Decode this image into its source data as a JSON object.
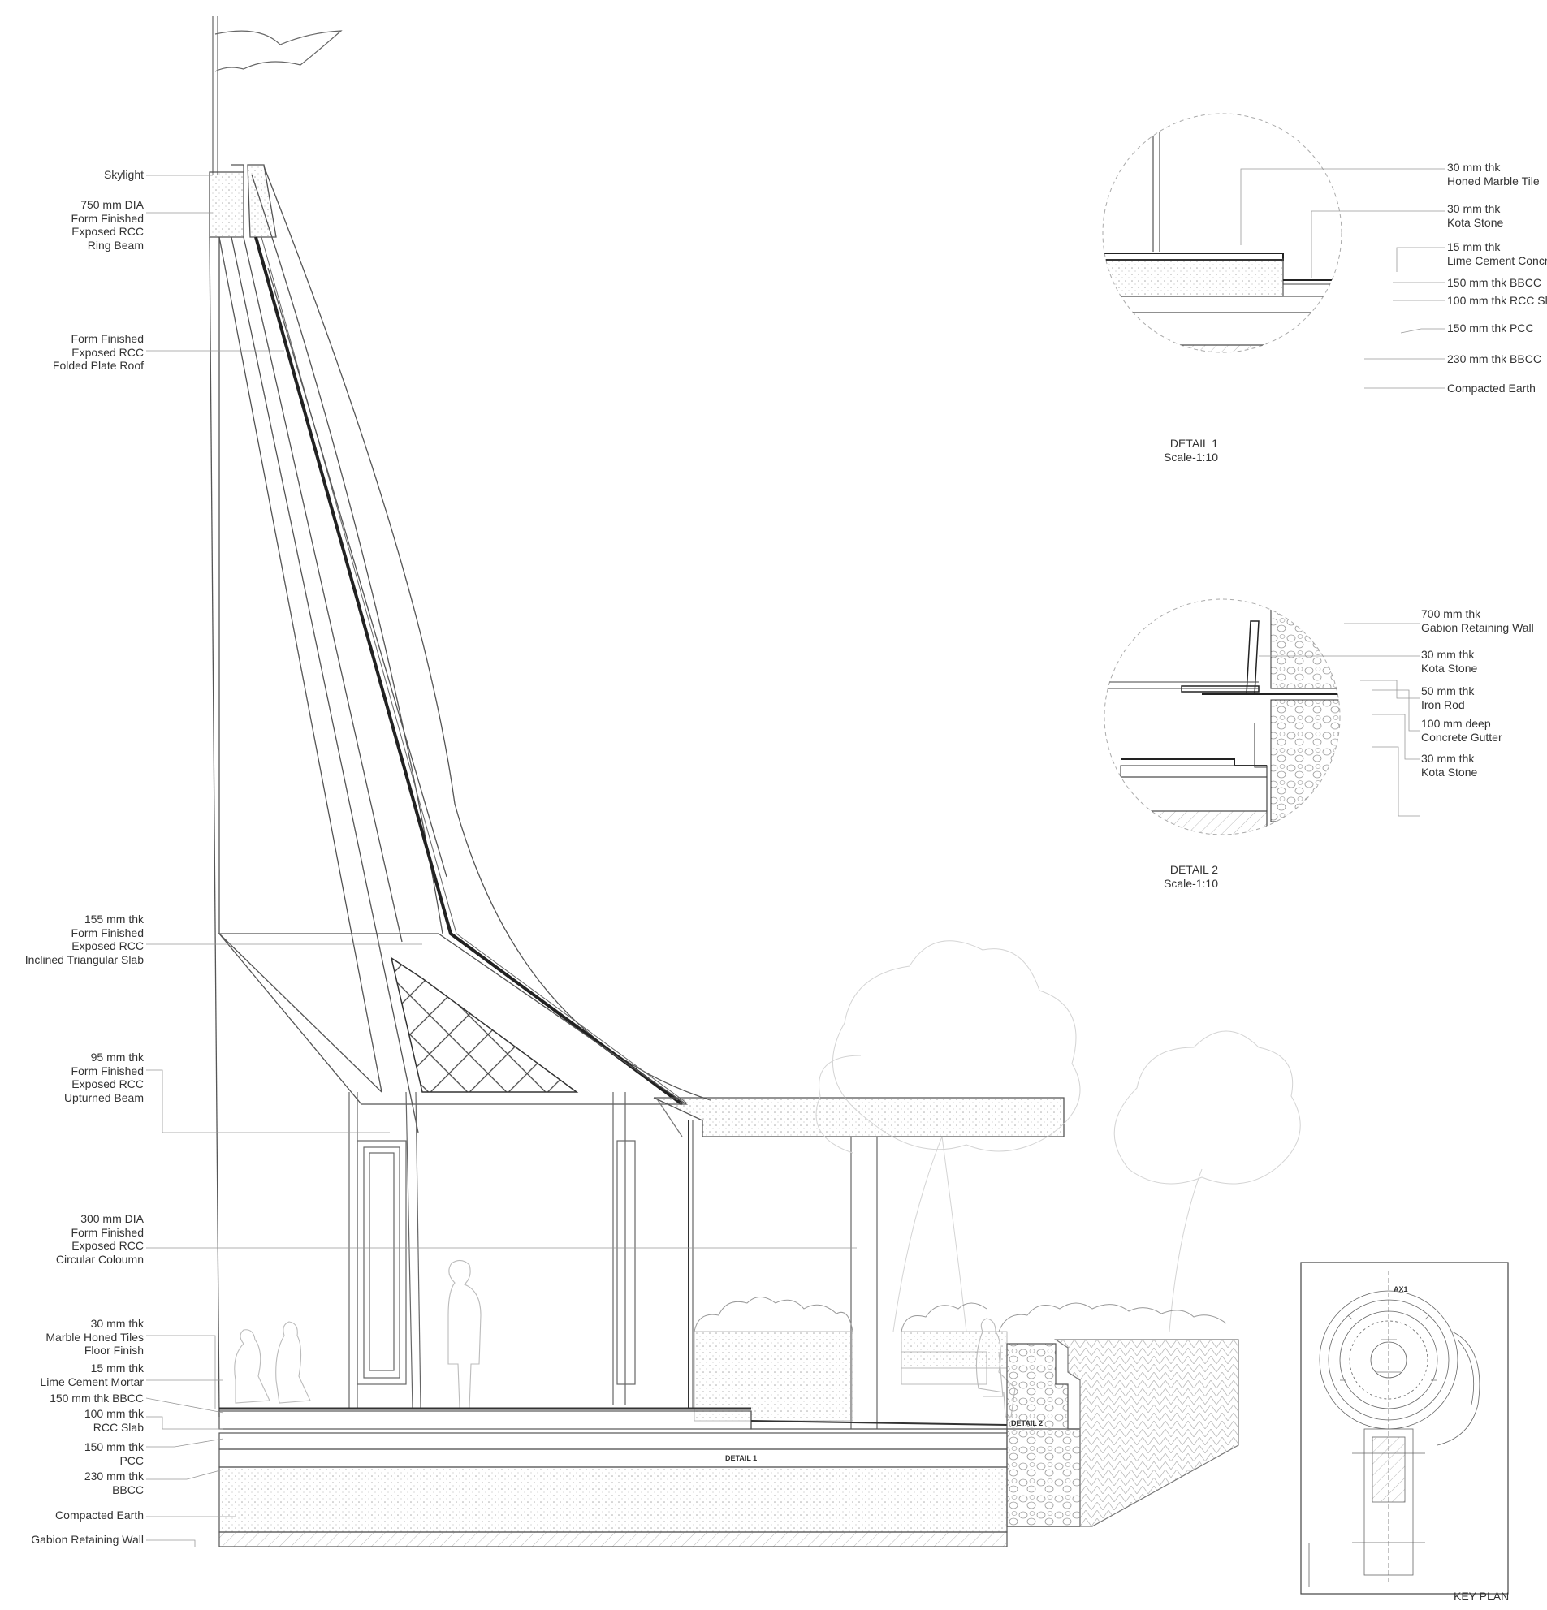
{
  "section_labels": [
    {
      "lines": [
        "Skylight"
      ]
    },
    {
      "lines": [
        "750 mm DIA",
        "Form Finished",
        "Exposed RCC",
        "Ring Beam"
      ]
    },
    {
      "lines": [
        "Form Finished",
        "Exposed RCC",
        "Folded Plate Roof"
      ]
    },
    {
      "lines": [
        "155 mm thk",
        "Form Finished",
        "Exposed RCC",
        "Inclined Triangular Slab"
      ]
    },
    {
      "lines": [
        "95 mm thk",
        "Form Finished",
        "Exposed RCC",
        "Upturned Beam"
      ]
    },
    {
      "lines": [
        "300 mm DIA",
        "Form Finished",
        "Exposed RCC",
        "Circular Coloumn"
      ]
    },
    {
      "lines": [
        "30 mm thk",
        "Marble Honed Tiles",
        "Floor Finish"
      ]
    },
    {
      "lines": [
        "15 mm thk",
        "Lime Cement Mortar"
      ]
    },
    {
      "lines": [
        "150 mm thk BBCC"
      ]
    },
    {
      "lines": [
        "100 mm thk",
        "RCC Slab"
      ]
    },
    {
      "lines": [
        "150 mm thk",
        "PCC"
      ]
    },
    {
      "lines": [
        "230 mm thk",
        "BBCC"
      ]
    },
    {
      "lines": [
        "Compacted Earth"
      ]
    },
    {
      "lines": [
        "Gabion Retaining Wall"
      ]
    }
  ],
  "detail1": {
    "labels": [
      {
        "lines": [
          "30 mm thk",
          "Honed Marble Tile"
        ]
      },
      {
        "lines": [
          "30 mm thk",
          "Kota Stone"
        ]
      },
      {
        "lines": [
          "15 mm thk",
          "Lime Cement Concr"
        ]
      },
      {
        "lines": [
          "150 mm thk BBCC"
        ]
      },
      {
        "lines": [
          "100 mm thk RCC Sl"
        ]
      },
      {
        "lines": [
          "150 mm thk PCC"
        ]
      },
      {
        "lines": [
          "230 mm thk BBCC"
        ]
      },
      {
        "lines": [
          "Compacted Earth"
        ]
      }
    ],
    "title": "DETAIL 1",
    "scale": "Scale-1:10"
  },
  "detail2": {
    "labels": [
      {
        "lines": [
          "700 mm thk",
          "Gabion Retaining Wall"
        ]
      },
      {
        "lines": [
          "30 mm thk",
          "Kota Stone"
        ]
      },
      {
        "lines": [
          "50 mm thk",
          "Iron Rod"
        ]
      },
      {
        "lines": [
          "100 mm deep",
          "Concrete Gutter"
        ]
      },
      {
        "lines": [
          "30 mm thk",
          "Kota Stone"
        ]
      }
    ],
    "title": "DETAIL 2",
    "scale": "Scale-1:10"
  },
  "tags": {
    "detail1": "DETAIL 1",
    "detail2": "DETAIL 2"
  },
  "keyplan": {
    "title": "KEY PLAN",
    "axis": "AX1"
  },
  "colors": {
    "line": "#555555",
    "light": "#bbbbbb",
    "fill_dark": "#333333"
  }
}
